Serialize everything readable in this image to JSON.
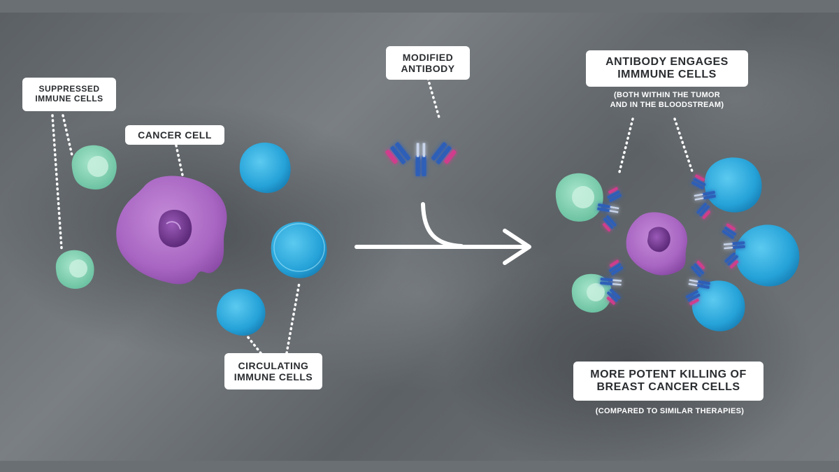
{
  "labels": {
    "suppressed": "SUPPRESSED\nIMMUNE CELLS",
    "cancer_cell": "CANCER CELL",
    "modified_antibody": "MODIFIED\nANTIBODY",
    "antibody_engages": "ANTIBODY ENGAGES\nIMMMUNE CELLS",
    "engages_note": "(BOTH WITHIN THE TUMOR\nAND IN THE BLOODSTREAM)",
    "circulating": "CIRCULATING\nIMMUNE CELLS",
    "more_potent": "MORE POTENT KILLING OF\nBREAST CANCER CELLS",
    "compared_note": "(COMPARED TO SIMILAR THERAPIES)"
  },
  "colors": {
    "cancer": "#a866c2",
    "suppressed": "#7fcfb0",
    "circulating": "#29a8dc",
    "antibody_blue": "#2f5fb8",
    "antibody_pink": "#d03c8c"
  }
}
